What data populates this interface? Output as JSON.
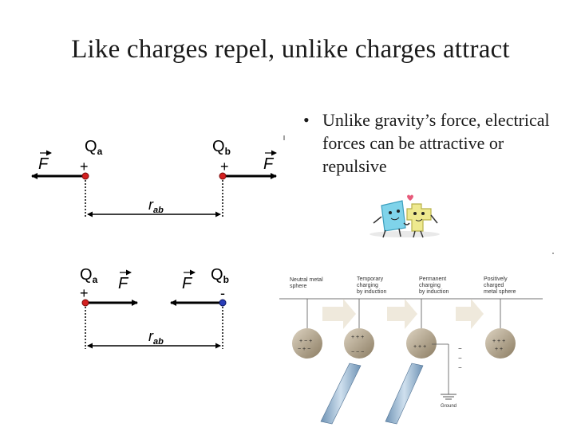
{
  "slide": {
    "title": "Like charges repel, unlike charges attract",
    "bullets": [
      "Unlike gravity’s force, electrical forces can be attractive or repulsive"
    ]
  },
  "diagram_repel": {
    "charge_a": "Q",
    "charge_a_sub": "a",
    "charge_a_sign": "+",
    "charge_b": "Q",
    "charge_b_sub": "b",
    "charge_b_sign": "+",
    "force_left": "F",
    "force_right": "F",
    "distance": "r",
    "distance_sub": "ab"
  },
  "diagram_attract": {
    "charge_a": "Q",
    "charge_a_sub": "a",
    "charge_a_sign": "+",
    "charge_b": "Q",
    "charge_b_sub": "b",
    "charge_b_sign": "-",
    "force_left": "F",
    "force_right": "F",
    "distance": "r",
    "distance_sub": "ab"
  },
  "induction": {
    "step1": [
      "Neutral metal",
      "sphere"
    ],
    "step2": [
      "Temporary",
      "charging",
      "by induction"
    ],
    "step3": [
      "Permanent",
      "charging",
      "by induction"
    ],
    "step4": [
      "Positively",
      "charged",
      "metal sphere"
    ],
    "ground": "Ground"
  },
  "colors": {
    "positive": "#d42020",
    "negative": "#2a3db8",
    "arrow": "#efe9dc",
    "sphere": "#b5a68c"
  }
}
